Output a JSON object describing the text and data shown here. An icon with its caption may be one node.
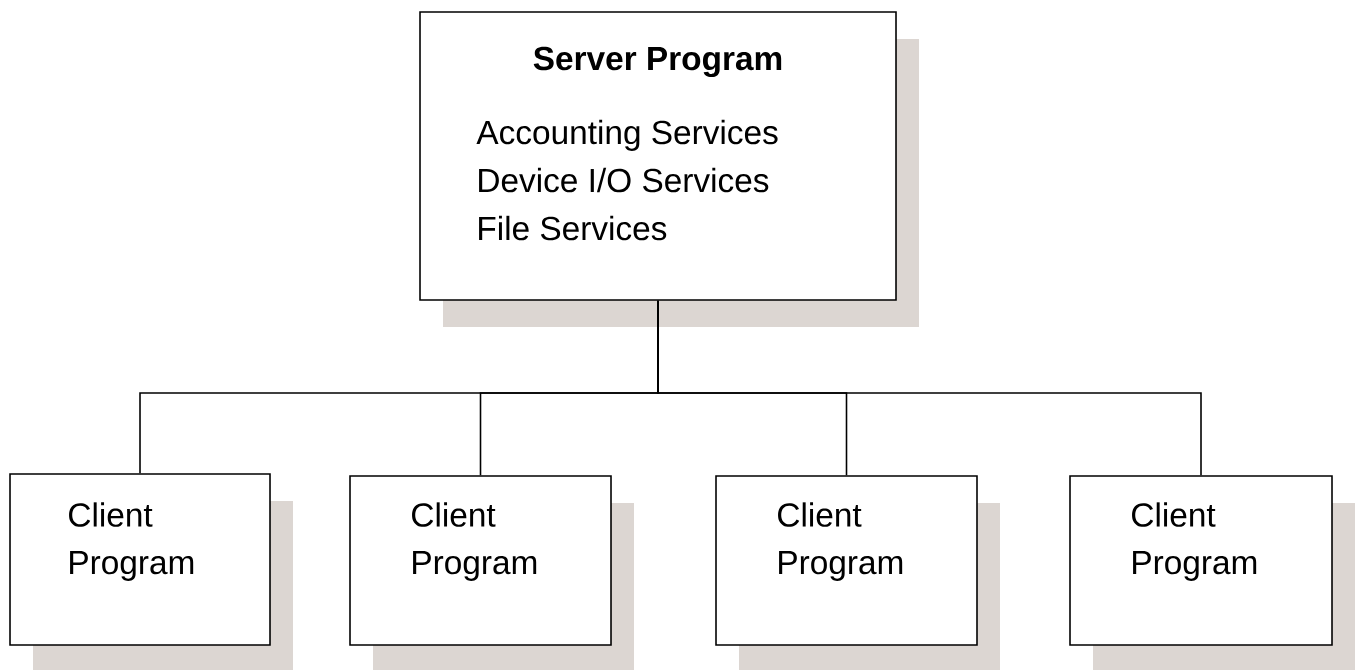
{
  "diagram": {
    "nodes": [
      {
        "text": [
          "Server Program",
          "Accounting Services",
          "Device I/O Services",
          "File Services"
        ]
      },
      {
        "text": [
          "Client Program"
        ]
      },
      {
        "text": [
          "Client Program"
        ]
      },
      {
        "text": [
          "Client Program"
        ]
      },
      {
        "text": [
          "Client Program"
        ]
      }
    ],
    "edges": [
      {
        "from": 0,
        "to": 1,
        "arrow": "none"
      },
      {
        "from": 0,
        "to": 2,
        "arrow": "none"
      },
      {
        "from": 0,
        "to": 3,
        "arrow": "none"
      },
      {
        "from": 0,
        "to": 4,
        "arrow": "none"
      }
    ]
  }
}
